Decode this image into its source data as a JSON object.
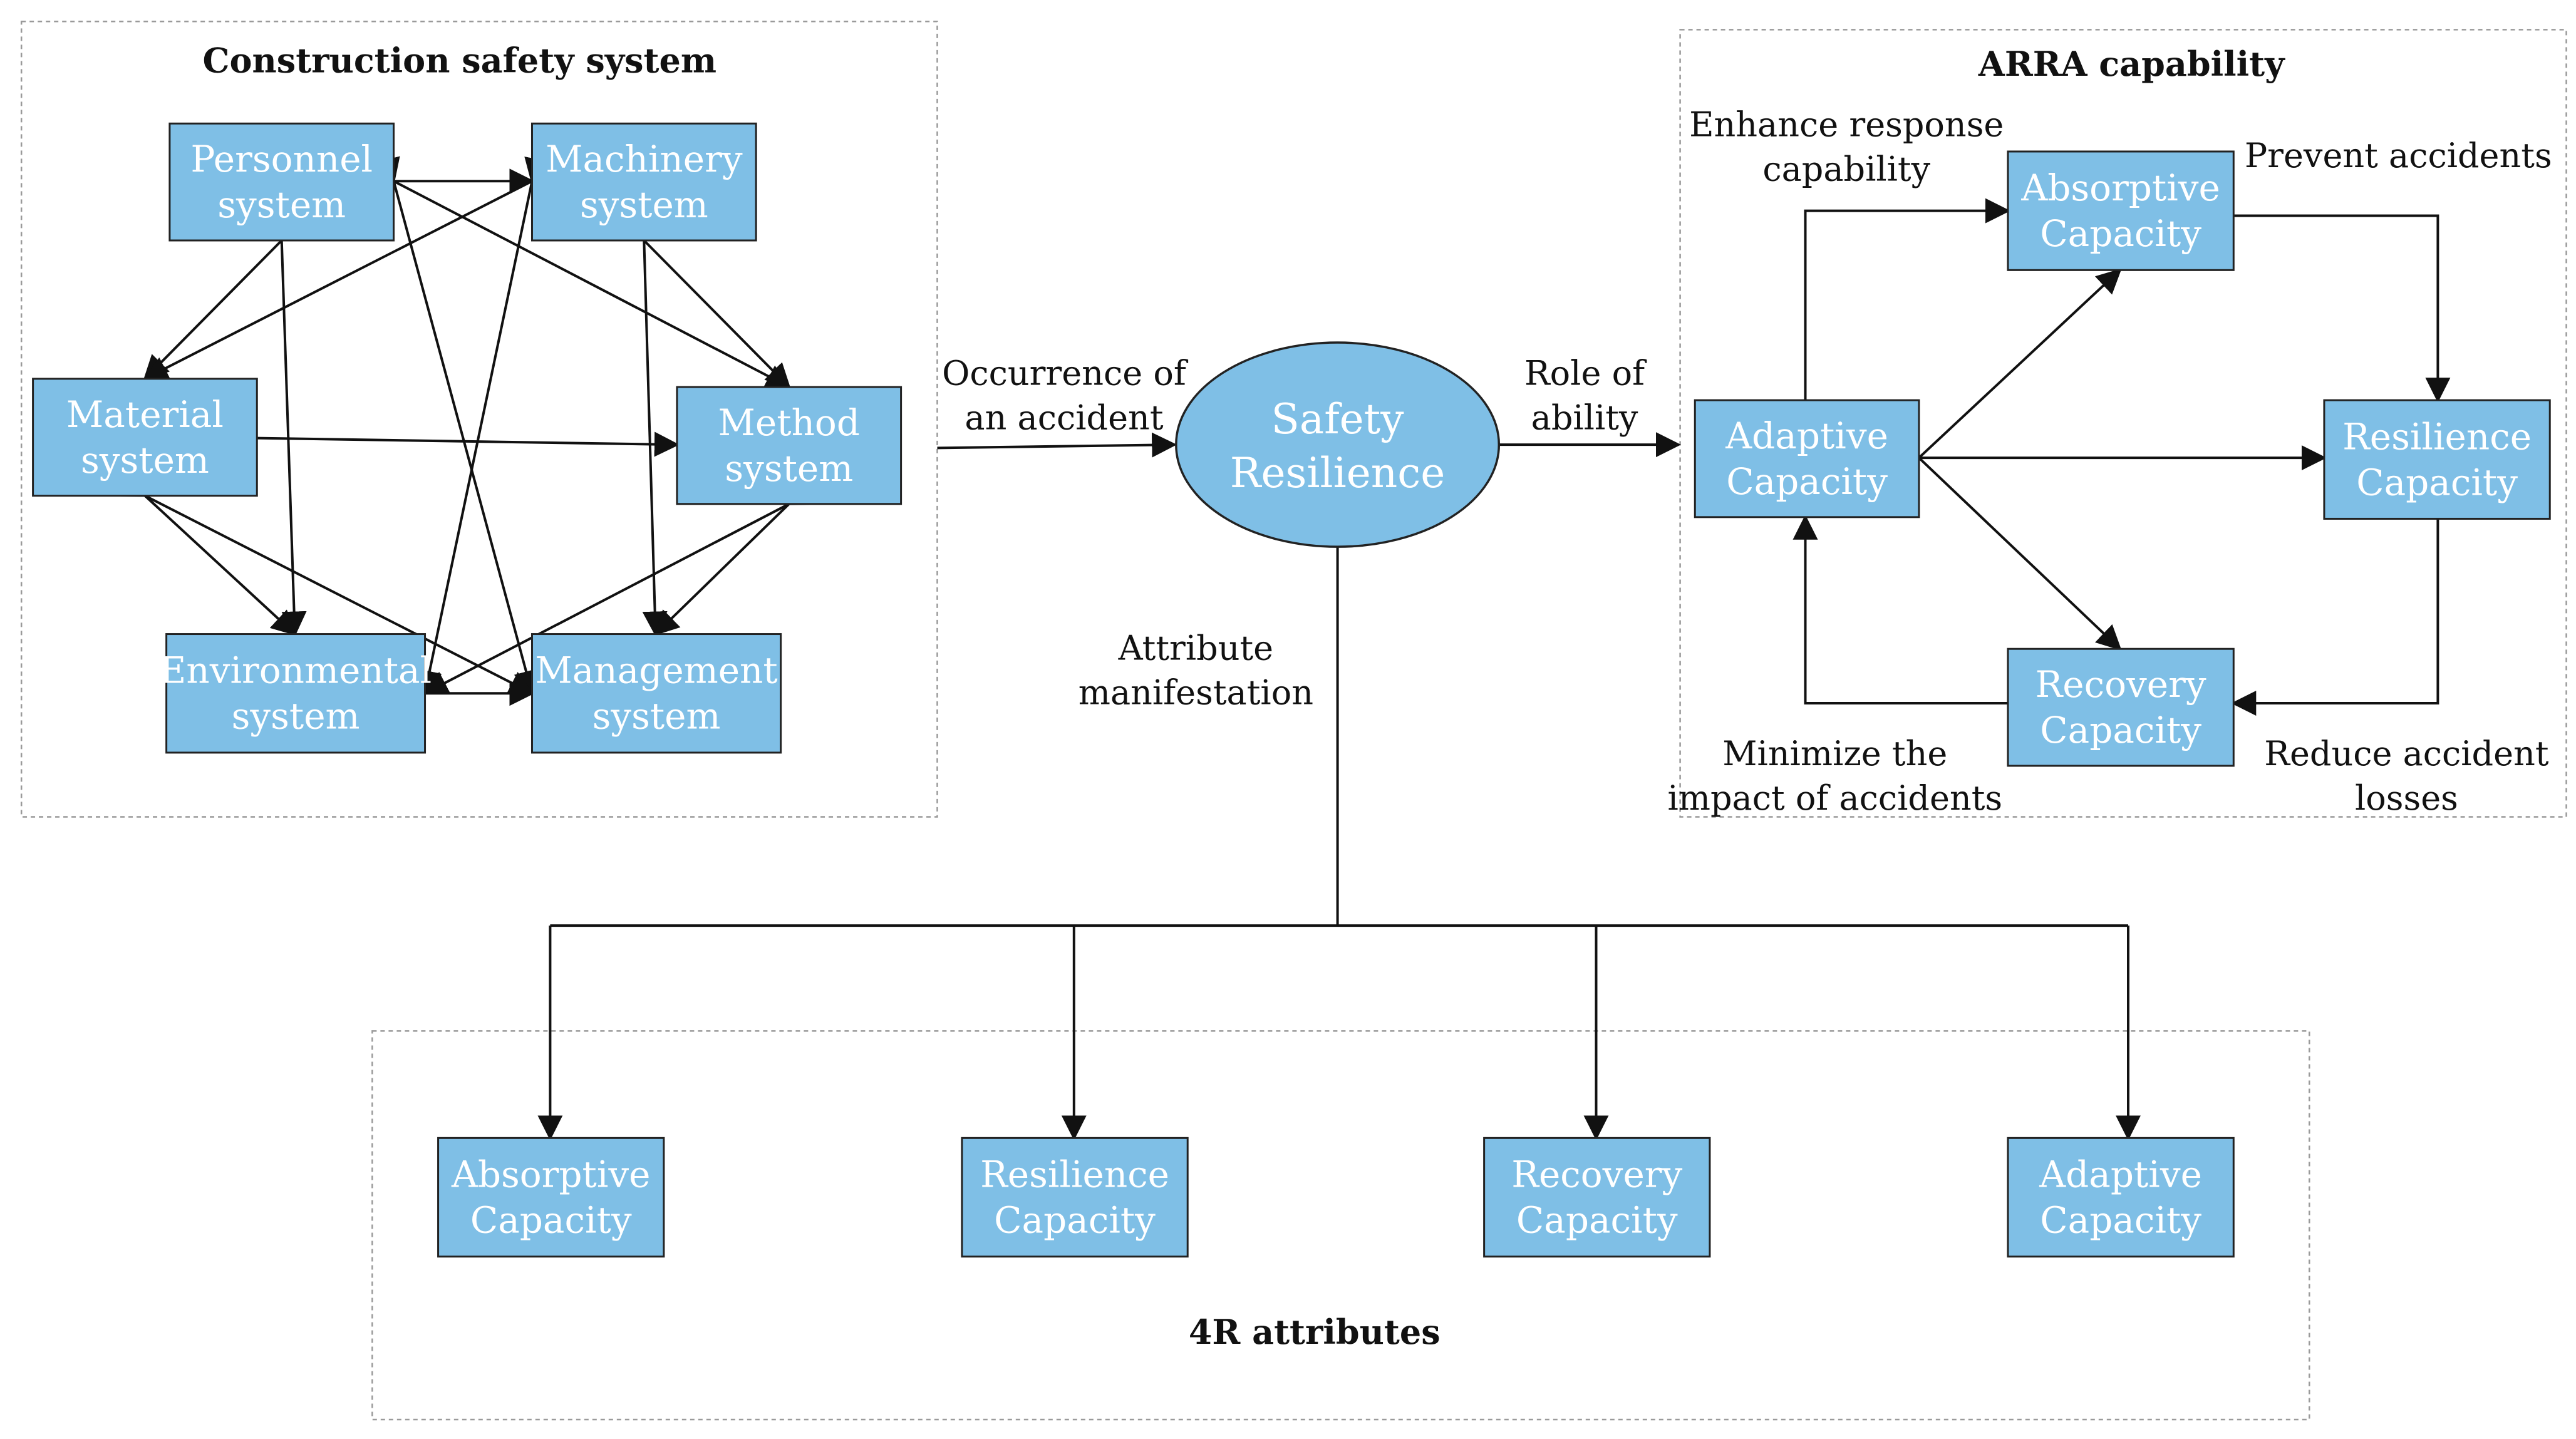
{
  "diagram": {
    "accent_color": "#7fbfe6",
    "groups": {
      "construction": {
        "title": "Construction safety system"
      },
      "arra": {
        "title": "ARRA capability"
      },
      "attributes": {
        "title": "4R    attributes"
      }
    },
    "nodes": {
      "personnel": [
        "Personnel",
        "system"
      ],
      "machinery": [
        "Machinery",
        "system"
      ],
      "material": [
        "Material",
        "system"
      ],
      "method": [
        "Method",
        "system"
      ],
      "environmental": [
        "Environmental",
        "system"
      ],
      "management": [
        "Management",
        "system"
      ],
      "safety_resilience": [
        "Safety",
        "Resilience"
      ],
      "arra_absorptive": [
        "Absorptive",
        "Capacity"
      ],
      "arra_adaptive": [
        "Adaptive",
        "Capacity"
      ],
      "arra_resilience": [
        "Resilience",
        "Capacity"
      ],
      "arra_recovery": [
        "Recovery",
        "Capacity"
      ],
      "attr_absorptive": [
        "Absorptive",
        "Capacity"
      ],
      "attr_resilience": [
        "Resilience",
        "Capacity"
      ],
      "attr_recovery": [
        "Recovery",
        "Capacity"
      ],
      "attr_adaptive": [
        "Adaptive",
        "Capacity"
      ]
    },
    "labels": {
      "occurrence": [
        "Occurrence of",
        "an accident"
      ],
      "role": [
        "Role of",
        "ability"
      ],
      "attribute": [
        "Attribute",
        "manifestation"
      ],
      "enhance": [
        "Enhance response",
        "capability"
      ],
      "prevent": [
        "Prevent accidents"
      ],
      "minimize": [
        "Minimize the",
        "impact of accidents"
      ],
      "reduce": [
        "Reduce accident",
        "losses"
      ]
    }
  }
}
